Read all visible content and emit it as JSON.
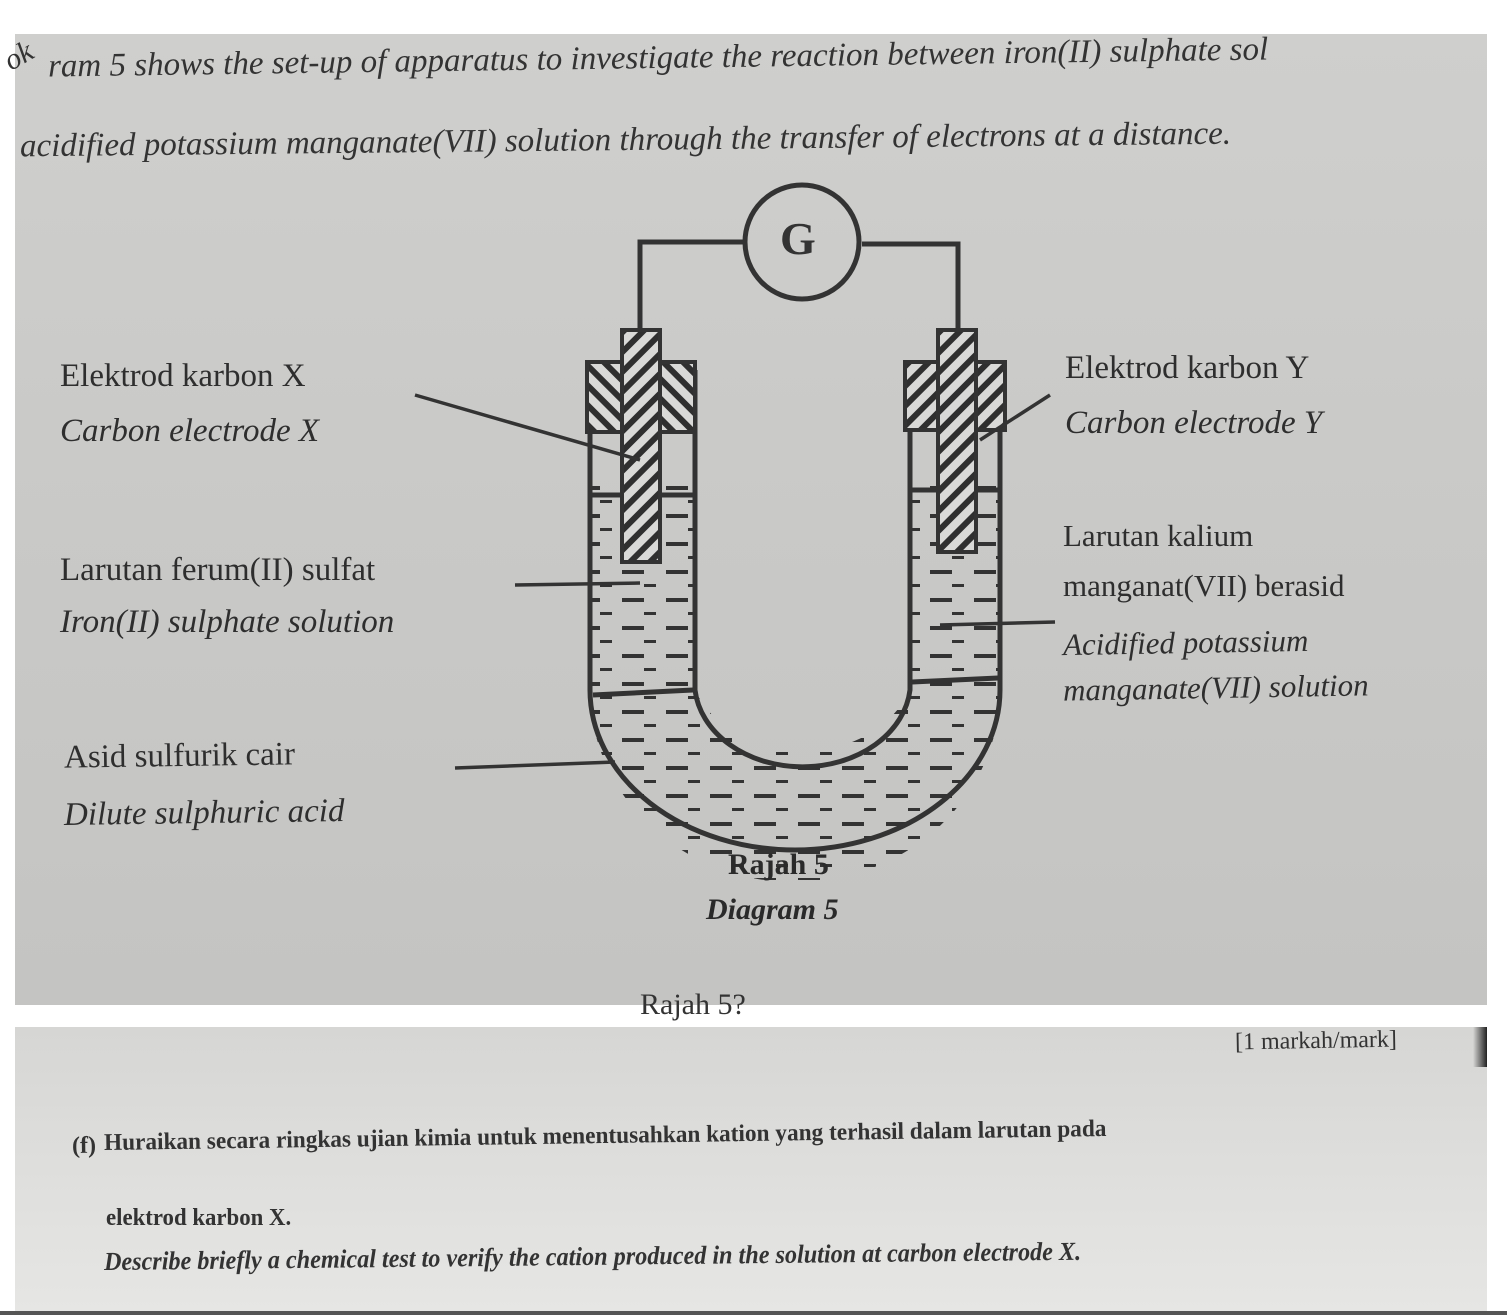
{
  "intro": {
    "line1_prefix": "ok",
    "line1": "ram 5 shows the set-up of apparatus to investigate the reaction between iron(II) sulphate sol",
    "line2": "acidified potassium manganate(VII) solution through the transfer of electrons at a distance."
  },
  "diagram": {
    "galvanometer_symbol": "G",
    "labels": {
      "electrode_x_ms": "Elektrod karbon X",
      "electrode_x_en": "Carbon electrode X",
      "electrode_y_ms": "Elektrod karbon Y",
      "electrode_y_en": "Carbon electrode Y",
      "iron_solution_ms": "Larutan ferum(II) sulfat",
      "iron_solution_en": "Iron(II) sulphate solution",
      "kmno4_ms_1": "Larutan kalium",
      "kmno4_ms_2": "manganat(VII) berasid",
      "kmno4_en_1": "Acidified potassium",
      "kmno4_en_2": "manganate(VII) solution",
      "acid_ms": "Asid sulfurik cair",
      "acid_en": "Dilute sulphuric acid"
    },
    "caption_ms": "Rajah 5",
    "caption_en": "Diagram 5",
    "cut_off_text": "Rajah 5?"
  },
  "question": {
    "marks": "[1 markah/mark]",
    "part_label": "(f)",
    "text_ms_1": "Huraikan secara ringkas ujian kimia untuk menentusahkan kation yang terhasil dalam larutan pada",
    "text_ms_2": "elektrod karbon X.",
    "text_en": "Describe briefly a chemical test to verify the cation produced in the solution at carbon electrode X."
  }
}
